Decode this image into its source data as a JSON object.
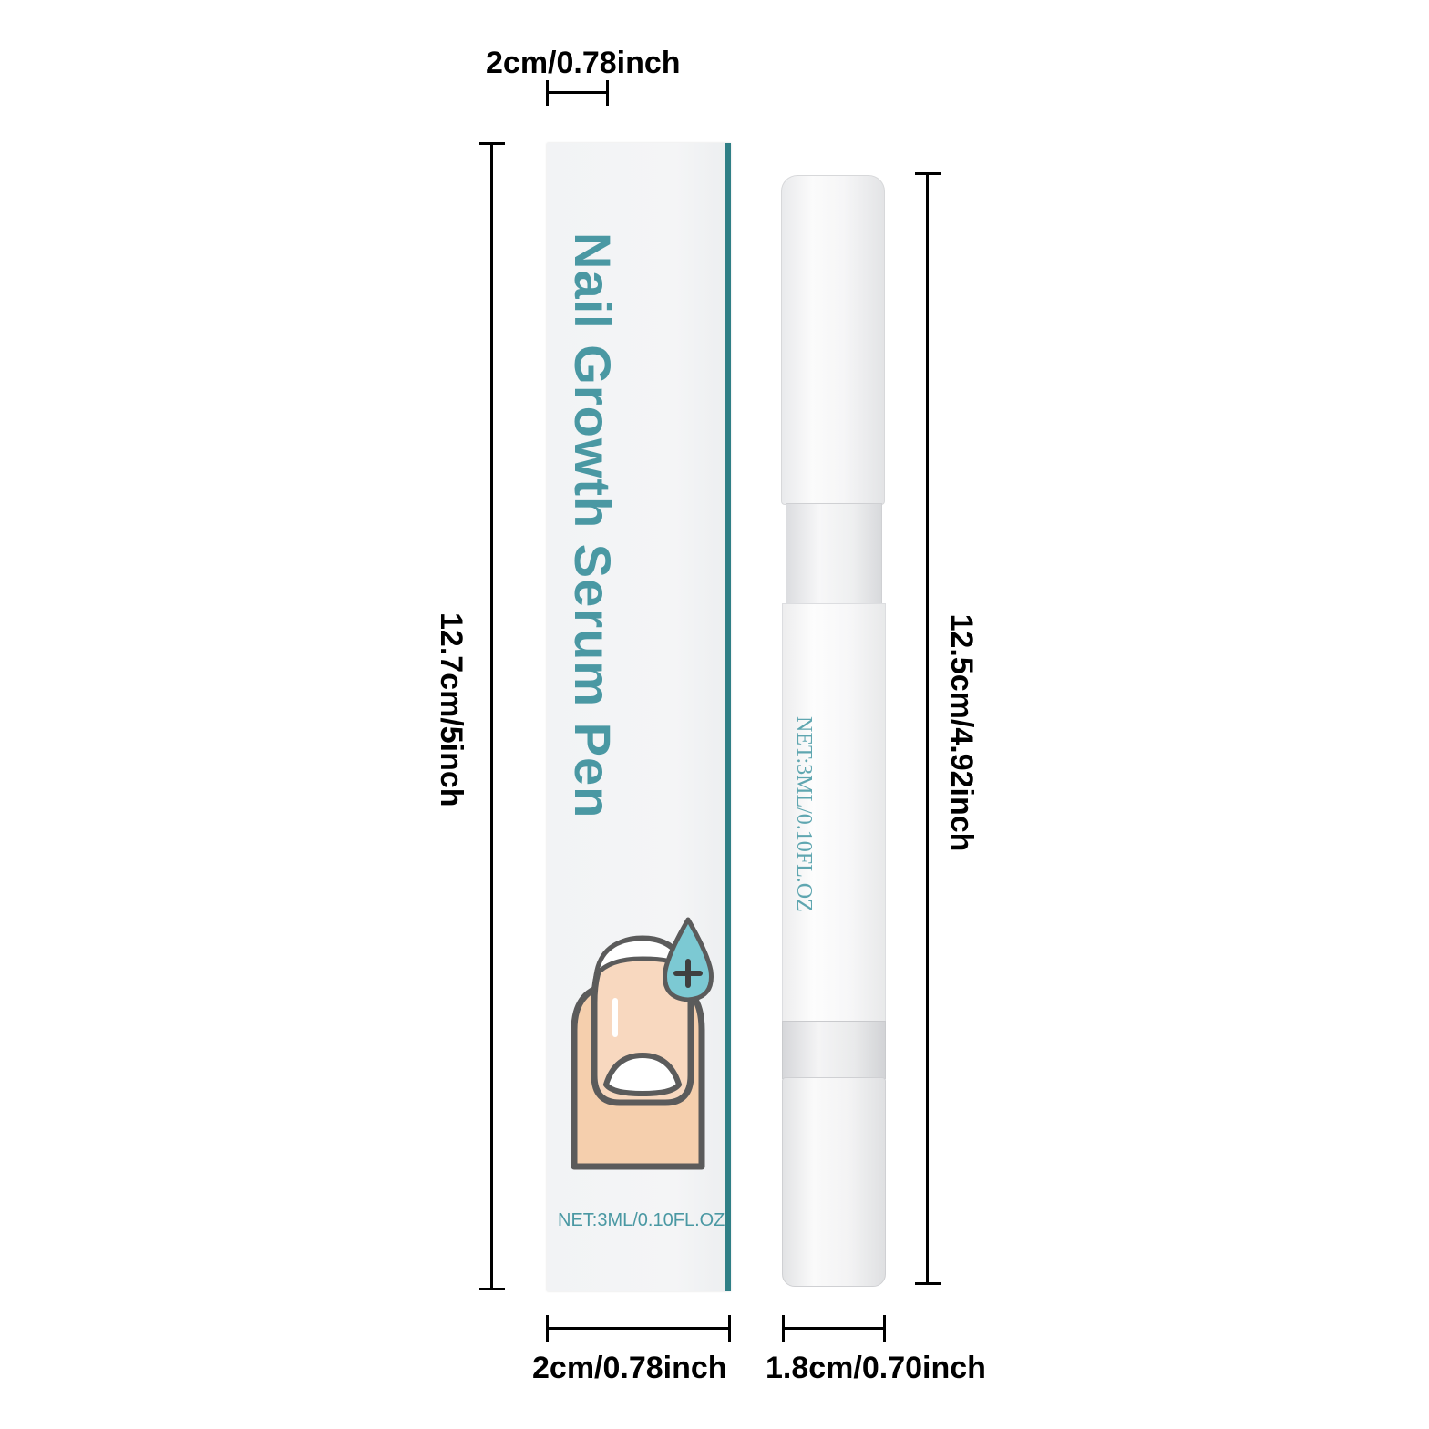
{
  "dimensions": {
    "box_top_width": "2cm/0.78inch",
    "box_height": "12.7cm/5inch",
    "pen_height": "12.5cm/4.92inch",
    "box_bottom_width": "2cm/0.78inch",
    "pen_width": "1.8cm/0.70inch"
  },
  "box": {
    "title": "Nail Growth Serum Pen",
    "net": "NET:3ML/0.10FL.OZ"
  },
  "pen": {
    "net": "NET:3ML/0.10FL.OZ"
  },
  "colors": {
    "brand_teal": "#4a98a3",
    "stripe_teal": "#2f7f86",
    "drop_teal": "#7cc9d3",
    "finger_skin": "#f5cfad"
  },
  "icons": [
    "nail-finger-icon",
    "water-drop-plus-icon"
  ]
}
